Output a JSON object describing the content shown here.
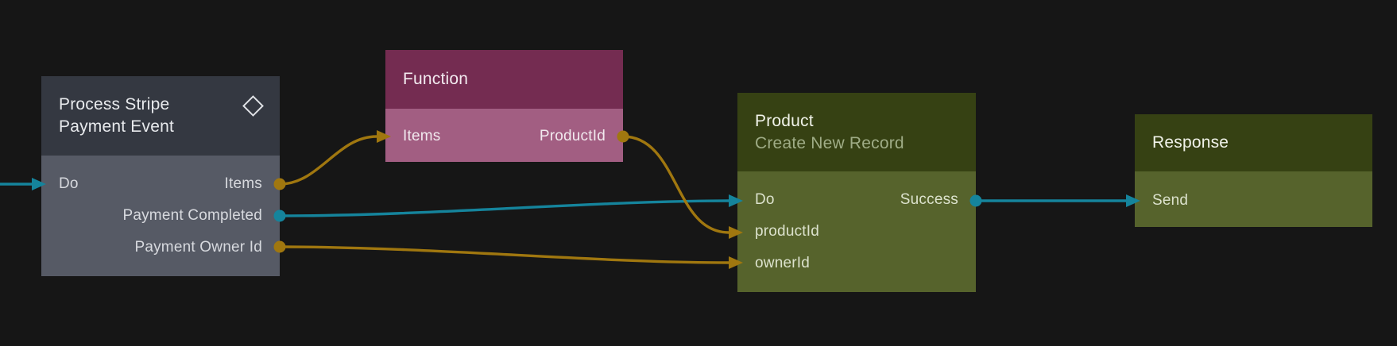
{
  "colors": {
    "background": "#161616",
    "signal_connection": "#15849c",
    "data_connection": "#a0770f",
    "process_node_header": "#343841",
    "process_node_body": "#565a65",
    "function_node_header": "#742c51",
    "function_node_body": "#a25e82",
    "record_node_header": "#364113",
    "record_node_body": "#56632c"
  },
  "nodes": {
    "process": {
      "title": "Process Stripe Payment Event",
      "icon": "diamond-icon",
      "ports": {
        "do": "Do",
        "items": "Items",
        "payment_completed": "Payment Completed",
        "payment_owner_id": "Payment Owner Id"
      }
    },
    "function": {
      "title": "Function",
      "ports": {
        "items": "Items",
        "productid": "ProductId"
      }
    },
    "product": {
      "title": "Product",
      "subtitle": "Create New Record",
      "ports": {
        "do": "Do",
        "success": "Success",
        "productid": "productId",
        "ownerid": "ownerId"
      }
    },
    "response": {
      "title": "Response",
      "ports": {
        "send": "Send"
      }
    }
  },
  "connections": [
    {
      "from": "off-canvas-left",
      "to": "Process Stripe Payment Event / Do",
      "kind": "signal"
    },
    {
      "from": "Process Stripe Payment Event / Items",
      "to": "Function / Items",
      "kind": "data"
    },
    {
      "from": "Process Stripe Payment Event / Payment Completed",
      "to": "Product / Do",
      "kind": "signal"
    },
    {
      "from": "Process Stripe Payment Event / Payment Owner Id",
      "to": "Product / ownerId",
      "kind": "data"
    },
    {
      "from": "Function / ProductId",
      "to": "Product / productId",
      "kind": "data"
    },
    {
      "from": "Product / Success",
      "to": "Response / Send",
      "kind": "signal"
    }
  ]
}
